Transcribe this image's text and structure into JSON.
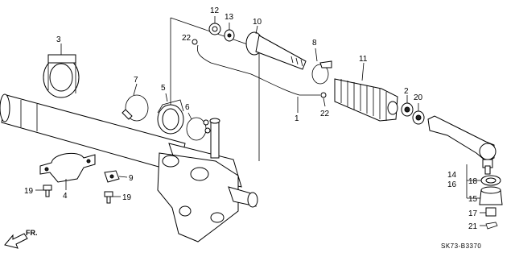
{
  "diagram": {
    "code": "SK73-B3370",
    "direction_label": "FR.",
    "callouts": {
      "p1": "1",
      "p2": "2",
      "p3": "3",
      "p4": "4",
      "p5": "5",
      "p6": "6",
      "p7": "7",
      "p8": "8",
      "p9": "9",
      "p10": "10",
      "p11": "11",
      "p12": "12",
      "p13": "13",
      "p14": "14",
      "p15": "15",
      "p16": "16",
      "p17": "17",
      "p18": "18",
      "p19a": "19",
      "p19b": "19",
      "p20": "20",
      "p21": "21",
      "p22a": "22",
      "p22b": "22"
    }
  }
}
